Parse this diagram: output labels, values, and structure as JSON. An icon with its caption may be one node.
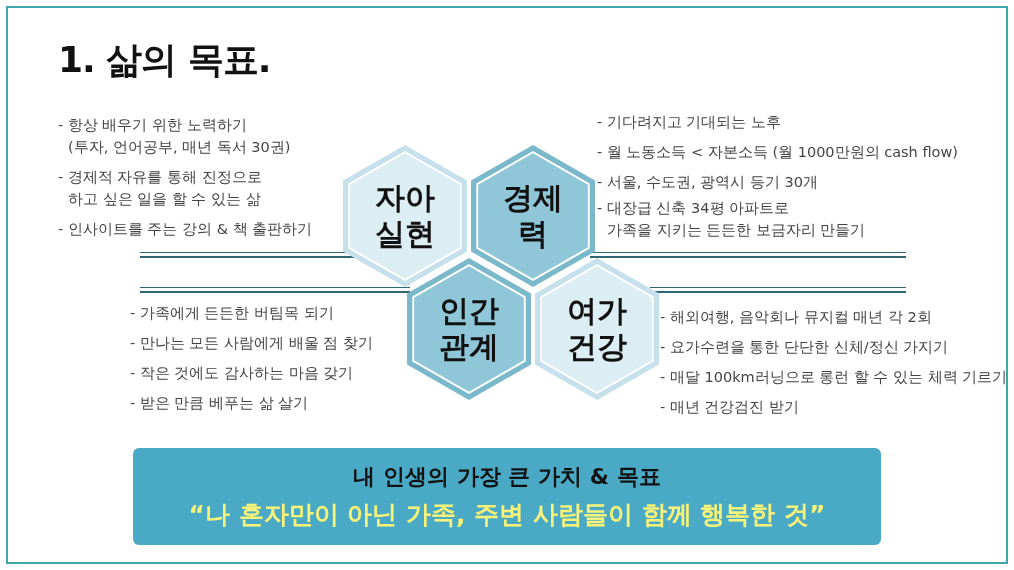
{
  "diagram": {
    "title": "1. 삶의 목표.",
    "nodes": [
      {
        "text": [
          "자아 실현"
        ],
        "beside": [
          "- 항상 배우기 위한 노력하기 (투자, 언어공부, 매년 독서 30권)",
          "- 경제적 자유를 통해 진정으로 하고 싶은 일을 할 수 있는 삶",
          "- 인사이트를 주는 강의 & 책 출판하기"
        ]
      },
      {
        "text": [
          "경제력"
        ],
        "beside": [
          "- 기다려지고 기대되는 노후",
          "- 월 노동소득 < 자본소득 (월 1000만원의 cash flow)",
          "- 서울, 수도권, 광역시 등기 30개",
          "- 대장급 신축 34평 아파트로 가족을 지키는 든든한 보금자리 만들기"
        ]
      },
      {
        "text": [
          "인간 관계"
        ],
        "beside": [
          "- 가족에게 든든한 버팀목 되기",
          "- 만나는 모든 사람에게 배울 점 찾기",
          "- 작은 것에도 감사하는 마음 갖기",
          "- 받은 만큼 베푸는 삶 살기"
        ]
      },
      {
        "text": [
          "여가 건강"
        ],
        "beside": [
          "- 해외여행, 음악회나 뮤지컬 매년 각 2회",
          "- 요가수련을 통한 단단한 신체/정신 가지기",
          "- 매달 100km러닝으로 롱런 할 수 있는 체력 기르기",
          "- 매년 건강검진 받기"
        ]
      },
      {
        "text": [
          "내 인생의 가장 큰 가치 & 목표",
          "“나 혼자만이 아닌 가족, 주변 사람들이 함께 행복한 것”"
        ]
      }
    ]
  }
}
